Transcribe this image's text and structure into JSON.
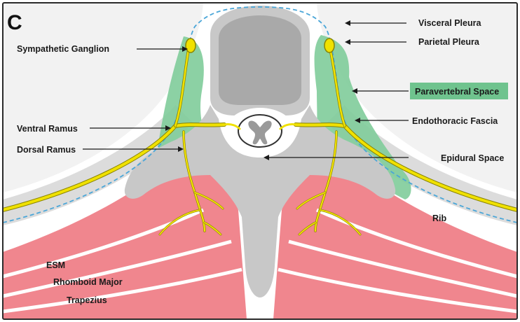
{
  "figure": {
    "panel_letter": "C",
    "labels": {
      "visceral_pleura": "Visceral Pleura",
      "parietal_pleura": "Parietal Pleura",
      "sympathetic_ganglion": "Sympathetic Ganglion",
      "paravertebral_space": "Paravertebral Space",
      "endothoracic_fascia": "Endothoracic Fascia",
      "ventral_ramus": "Ventral Ramus",
      "dorsal_ramus": "Dorsal Ramus",
      "epidural_space": "Epidural Space",
      "rib": "Rib",
      "esm": "ESM",
      "rhomboid_major": "Rhomboid Major",
      "trapezius": "Trapezius"
    },
    "colors": {
      "bone": "#c8c8c8",
      "bone_dark": "#a9a9a9",
      "muscle": "#f0868e",
      "paravertebral": "#7fcc9a",
      "nerve": "#f0e100",
      "pleura_dash": "#4aa6d8",
      "lung": "#f2f2f2",
      "highlight_box": "#6fc38e"
    }
  }
}
